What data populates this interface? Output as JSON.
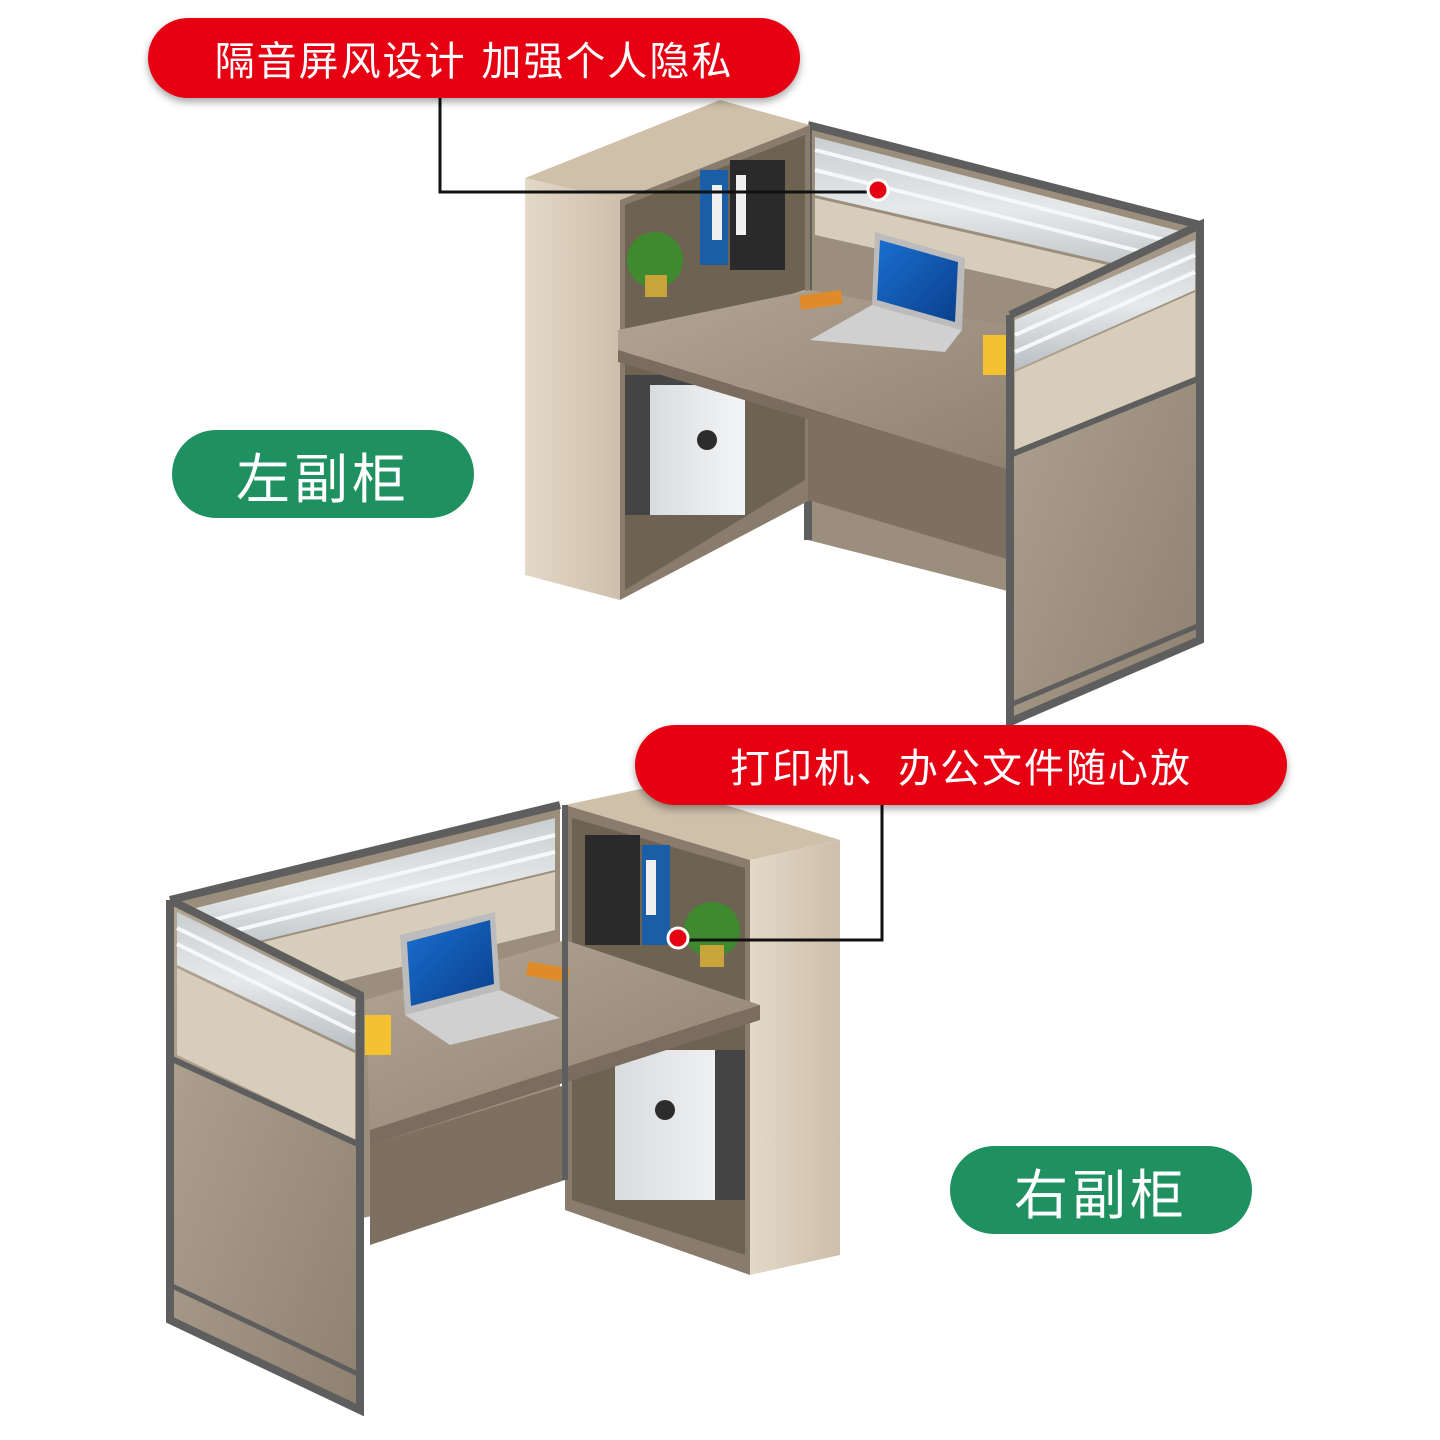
{
  "callouts": {
    "top": "隔音屏风设计 加强个人隐私",
    "bottom": "打印机、办公文件随心放"
  },
  "tags": {
    "left_cabinet": "左副柜",
    "right_cabinet": "右副柜"
  },
  "colors": {
    "callout_red": "#e60012",
    "tag_green": "#1f9060",
    "frame_gray": "#5e5e5e",
    "wood": "#a39484",
    "beige_panel": "#d9cbb8"
  }
}
